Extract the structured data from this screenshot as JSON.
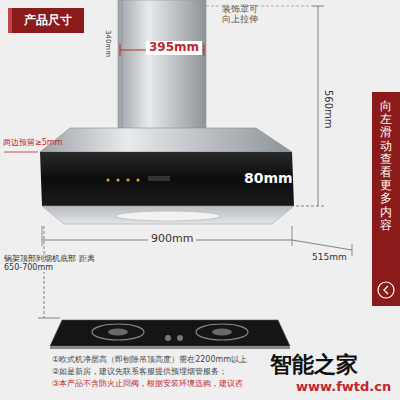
{
  "diagram": {
    "nodes": [
      {
        "text": [
          "产品尺寸"
        ]
      },
      {
        "text": [
          "向左滑动查看更多内容"
        ]
      }
    ],
    "labels": [
      "395mm",
      "装饰罩可 向上拉伸",
      "340mm",
      "两边预留≥5mm",
      "560mm",
      "80mm",
      "900mm",
      "515mm",
      "锅架顶部到烟机底部 距离650-700mm",
      "①欧式机净层高（即刨除吊顶高度）需在2200mm以上",
      "②如是新房，建议先联系客服提供预埋烟管服务；",
      "③本产品不含防火止回阀，根据安装环境选购，建议咨",
      "智能之家",
      "www.fwtd.cn"
    ]
  }
}
